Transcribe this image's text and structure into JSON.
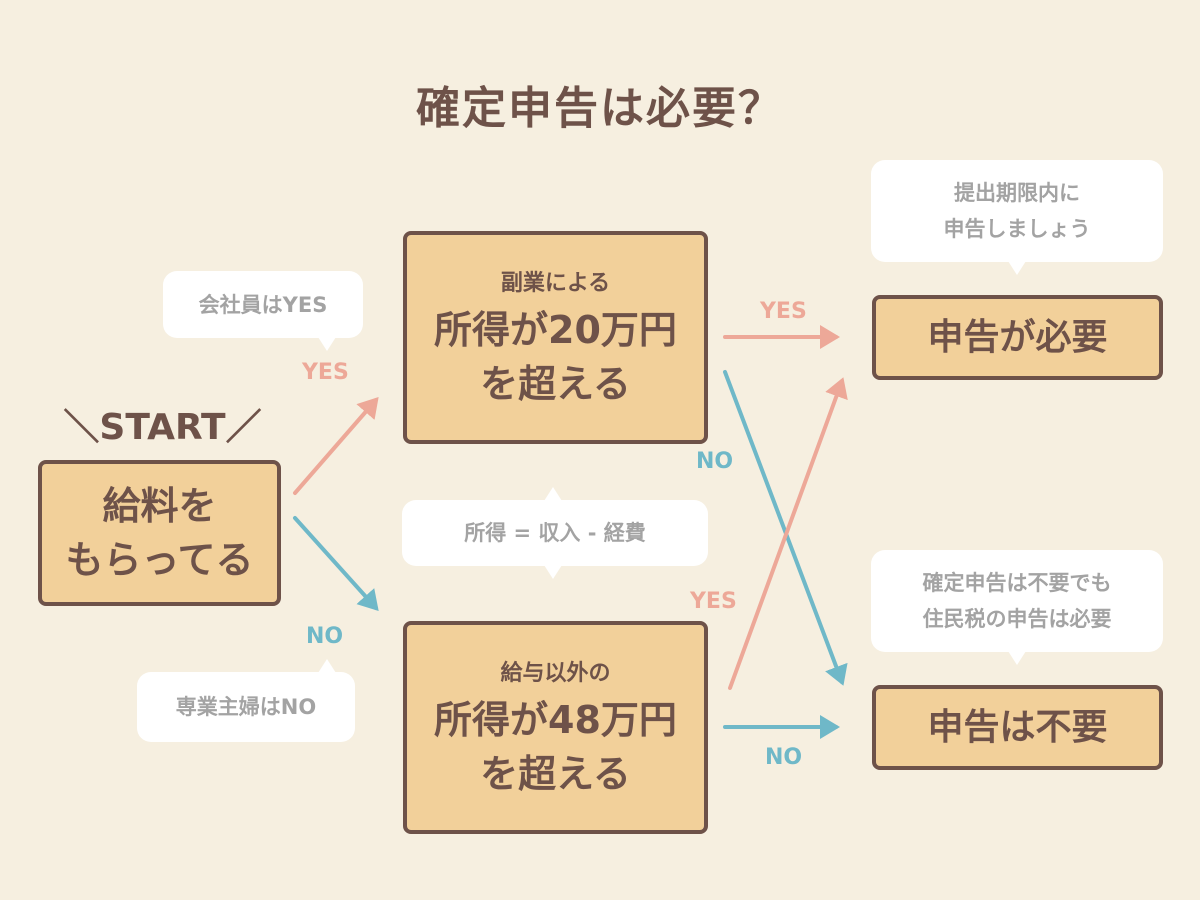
{
  "title": "確定申告は必要？",
  "start_label": "＼START／",
  "start_box": {
    "line1": "給料を",
    "line2": "もらってる"
  },
  "question_side": {
    "small": "副業による",
    "line1": "所得が20万円",
    "line2": "を超える"
  },
  "question_other": {
    "small": "給与以外の",
    "line1": "所得が48万円",
    "line2": "を超える"
  },
  "result_required": "申告が必要",
  "result_not_required": "申告は不要",
  "bubbles": {
    "employee": "会社員はYES",
    "housewife": "専業主婦はNO",
    "income_formula": "所得 = 収入 - 経費",
    "deadline": {
      "line1": "提出期限内に",
      "line2": "申告しましょう"
    },
    "resident_tax": {
      "line1": "確定申告は不要でも",
      "line2": "住民税の申告は必要"
    }
  },
  "labels": {
    "yes": "YES",
    "no": "NO"
  },
  "colors": {
    "background": "#f6efe0",
    "box": "#f2d09a",
    "border": "#6e5249",
    "yes": "#eda898",
    "no": "#6fb8c8",
    "bubble_text": "#a3a3a3"
  }
}
